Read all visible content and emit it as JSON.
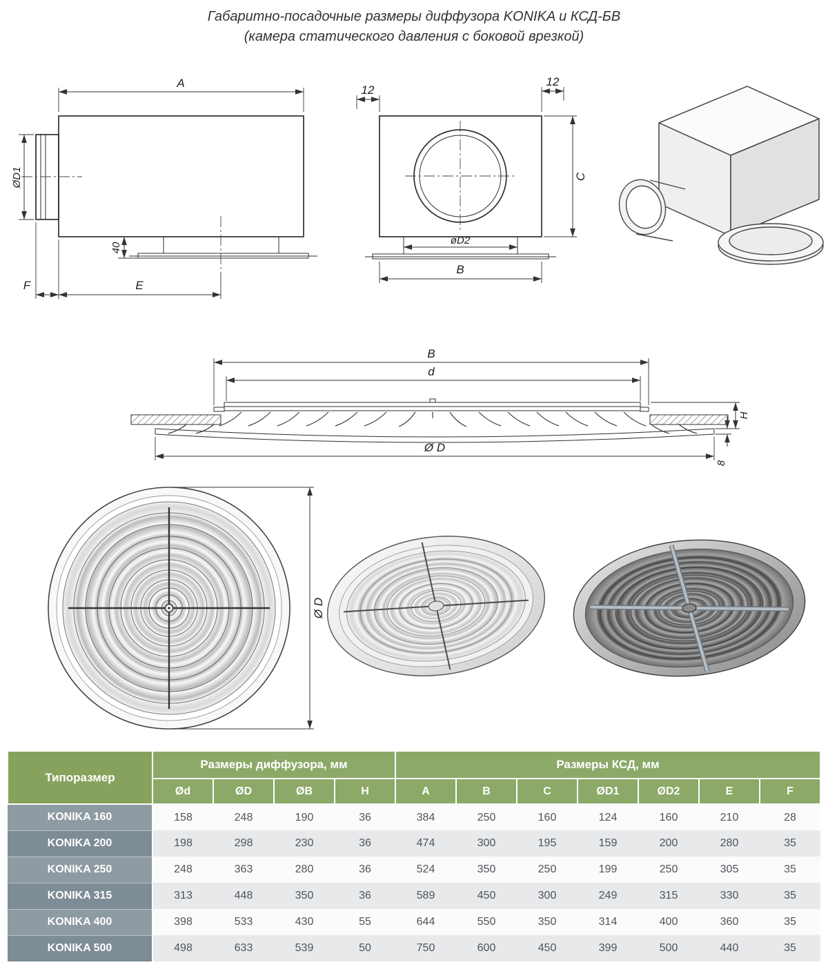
{
  "title": {
    "line1": "Габаритно-посадочные размеры диффузора KONIKA и КСД-БВ",
    "line2": "(камера статического давления с боковой врезкой)"
  },
  "dims": {
    "side": {
      "a": "A",
      "d1": "ØD1",
      "n40": "40",
      "f": "F",
      "e": "E"
    },
    "front": {
      "n12_left": "12",
      "n12_right": "12",
      "c": "C",
      "d2": "øD2",
      "b": "B"
    },
    "section": {
      "b": "B",
      "d": "d",
      "od": "Ø D",
      "h": "H",
      "n8": "8"
    },
    "top": {
      "od": "Ø D"
    }
  },
  "table": {
    "size_col": "Типоразмер",
    "group_diffuser": "Размеры диффузора, мм",
    "group_ksd": "Размеры КСД, мм",
    "columns": [
      "Ød",
      "ØD",
      "ØB",
      "H",
      "A",
      "B",
      "C",
      "ØD1",
      "ØD2",
      "E",
      "F"
    ],
    "rows": [
      {
        "name": "KONIKA 160",
        "values": [
          "158",
          "248",
          "190",
          "36",
          "384",
          "250",
          "160",
          "124",
          "160",
          "210",
          "28"
        ]
      },
      {
        "name": "KONIKA 200",
        "values": [
          "198",
          "298",
          "230",
          "36",
          "474",
          "300",
          "195",
          "159",
          "200",
          "280",
          "35"
        ]
      },
      {
        "name": "KONIKA 250",
        "values": [
          "248",
          "363",
          "280",
          "36",
          "524",
          "350",
          "250",
          "199",
          "250",
          "305",
          "35"
        ]
      },
      {
        "name": "KONIKA 315",
        "values": [
          "313",
          "448",
          "350",
          "36",
          "589",
          "450",
          "300",
          "249",
          "315",
          "330",
          "35"
        ]
      },
      {
        "name": "KONIKA 400",
        "values": [
          "398",
          "533",
          "430",
          "55",
          "644",
          "550",
          "350",
          "314",
          "400",
          "360",
          "35"
        ]
      },
      {
        "name": "KONIKA 500",
        "values": [
          "498",
          "633",
          "539",
          "50",
          "750",
          "600",
          "450",
          "399",
          "500",
          "440",
          "35"
        ]
      }
    ]
  },
  "colors": {
    "header_green": "#8ca968",
    "header_green_dark": "#87a25d",
    "row_label_light": "#8e9ba3",
    "row_label_dark": "#7d8c95",
    "row_bg_light": "#fbfbfc",
    "row_bg_dark": "#e7e9eb",
    "line_color": "#2e2e2e"
  }
}
